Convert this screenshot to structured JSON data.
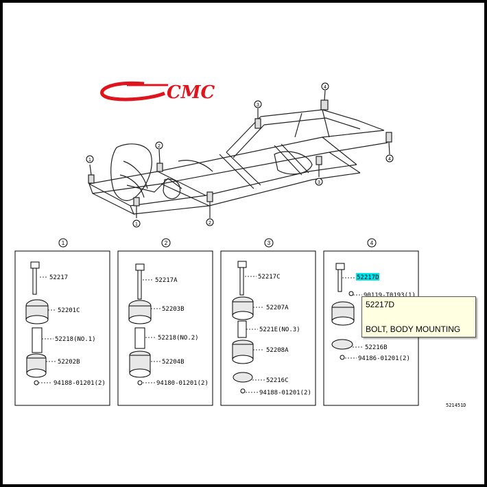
{
  "logo": {
    "text": "CMC",
    "color": "#e0141c"
  },
  "frame_callouts": [
    "1",
    "2",
    "3",
    "4"
  ],
  "panels": [
    {
      "number": "1",
      "parts": [
        {
          "code": "52217"
        },
        {
          "code": "52201C"
        },
        {
          "code": "52218(NO.1)"
        },
        {
          "code": "52202B"
        },
        {
          "code": "94188-01201(2)"
        }
      ]
    },
    {
      "number": "2",
      "parts": [
        {
          "code": "52217A"
        },
        {
          "code": "52203B"
        },
        {
          "code": "52218(NO.2)"
        },
        {
          "code": "52204B"
        },
        {
          "code": "94180-01201(2)"
        }
      ]
    },
    {
      "number": "3",
      "parts": [
        {
          "code": "52217C"
        },
        {
          "code": "52207A"
        },
        {
          "code": "5221E(NO.3)"
        },
        {
          "code": "52208A"
        },
        {
          "code": "52216C"
        },
        {
          "code": "94188-01201(2)"
        }
      ]
    },
    {
      "number": "4",
      "parts": [
        {
          "code": "52217D",
          "highlighted": true,
          "highlight_color": "#00e5ee"
        },
        {
          "code": "90119-T0193(1)"
        },
        {
          "code": "52216B"
        },
        {
          "code": "94186-01201(2)"
        }
      ]
    }
  ],
  "tooltip": {
    "code": "52217D",
    "description": "BOLT, BODY MOUNTING"
  },
  "document_id": "521451D"
}
